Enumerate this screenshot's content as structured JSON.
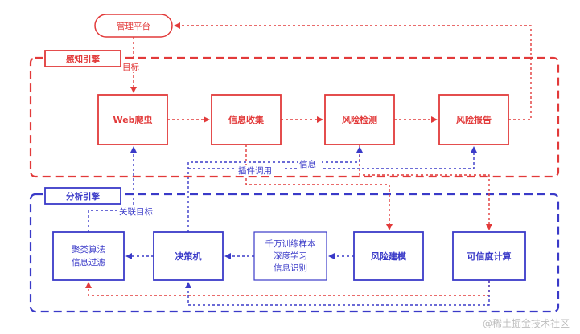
{
  "colors": {
    "red": "#e23a3a",
    "blue": "#3a3ac8",
    "watermark": "#bdbdbd"
  },
  "mgmt": "管理平台",
  "perception": {
    "tag": "感知引擎",
    "nodes": {
      "crawler": "Web爬虫",
      "collect": "信息收集",
      "detect": "风险检测",
      "report": "风险报告"
    }
  },
  "analysis": {
    "tag": "分析引擎",
    "nodes": {
      "cluster": [
        "聚类算法",
        "信息过滤"
      ],
      "decision": "决策机",
      "training": [
        "千万训练样本",
        "深度学习",
        "信息识别"
      ],
      "model": "风险建模",
      "credibility": "可信度计算"
    }
  },
  "labels": {
    "target": "目标",
    "info": "信息",
    "plugin": "插件调用",
    "related": "关联目标"
  },
  "watermark": "@稀土掘金技术社区"
}
